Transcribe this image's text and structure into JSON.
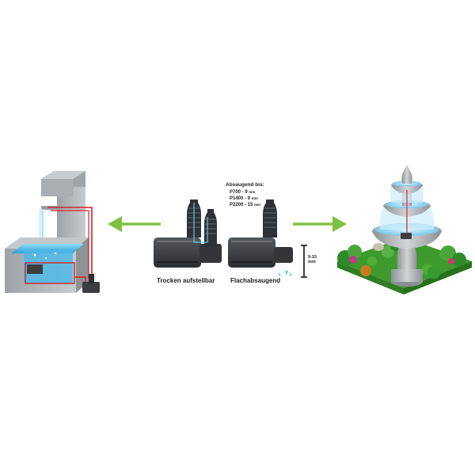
{
  "pump_captions": {
    "dry_install": "Trocken aufstellbar",
    "flat_suction": "Flachabsaugend"
  },
  "suction_spec": {
    "title": "Absaugend bis:",
    "lines": [
      {
        "model": "P700 - 9",
        "unit": "mm"
      },
      {
        "model": "P1400 - 9",
        "unit": "mm"
      },
      {
        "model": "P2200 - 15",
        "unit": "mm"
      }
    ]
  },
  "depth_range": {
    "value": "9-15",
    "unit": "mm"
  },
  "colors": {
    "arrow": "#7dc242",
    "pipe": "#d2232a",
    "pump": "#3b3d40",
    "water": "#5cc6f0",
    "grass": "#3d9a2c",
    "stone": "#b8bcbf"
  },
  "icons": [
    "arrow-left-icon",
    "arrow-right-icon",
    "depth-bracket-icon",
    "water-drops-icon"
  ]
}
